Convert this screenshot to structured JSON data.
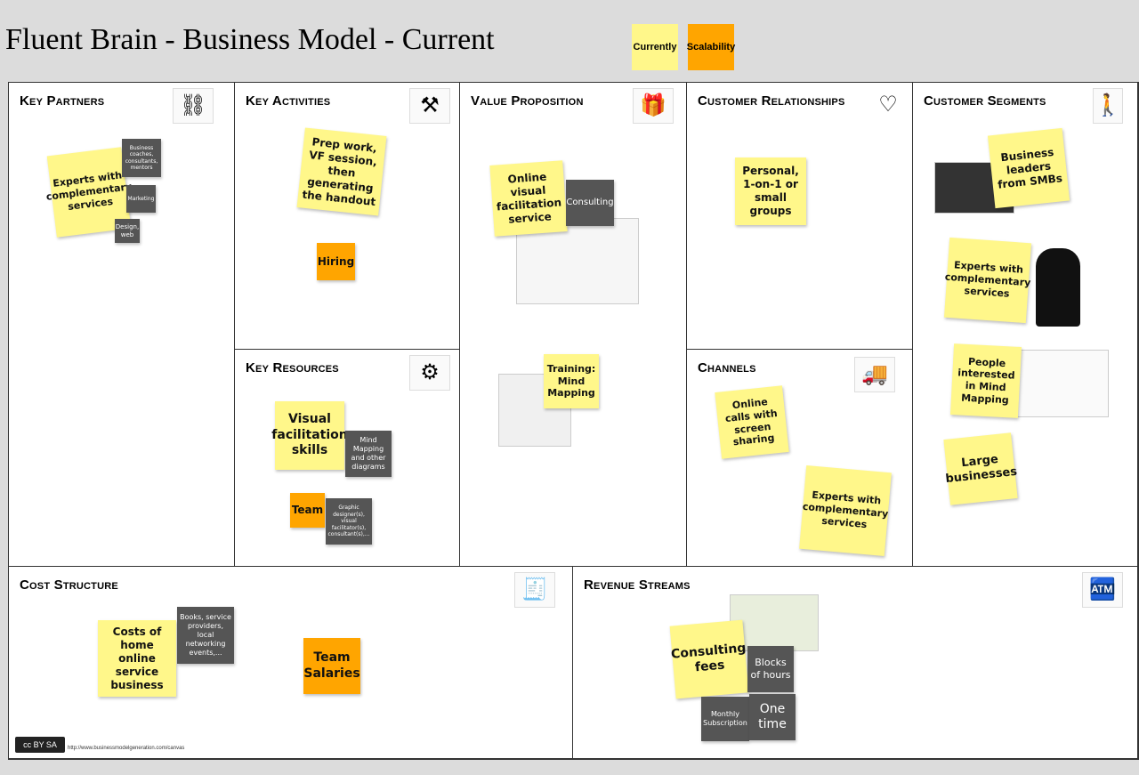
{
  "title": "Fluent Brain - Business Model - Current",
  "legend": {
    "currently": "Currently",
    "scalability": "Scalability"
  },
  "colors": {
    "currently": "#fff78a",
    "scalability": "#ffa500",
    "detail": "#555555"
  },
  "blocks": {
    "key_partners": "Key Partners",
    "key_activities": "Key Activities",
    "key_resources": "Key Resources",
    "value_proposition": "Value Proposition",
    "customer_relationships": "Customer Relationships",
    "channels": "Channels",
    "customer_segments": "Customer Segments",
    "cost_structure": "Cost Structure",
    "revenue_streams": "Revenue Streams"
  },
  "notes": {
    "kp_main": "Experts with complementary services",
    "kp_d1": "Business coaches, consultants, mentors",
    "kp_d2": "Marketing",
    "kp_d3": "Design, web",
    "ka_main": "Prep work, VF session, then generating the handout",
    "ka_hiring": "Hiring",
    "kr_main": "Visual facilitation skills",
    "kr_d1": "Mind Mapping and other diagrams",
    "kr_team": "Team",
    "kr_d2": "Graphic designer(s), visual facilitator(s), consultant(s),...",
    "vp_main": "Online visual facilitation service",
    "vp_consulting": "Consulting",
    "vp_training": "Training: Mind Mapping",
    "cr_main": "Personal, 1-on-1 or small groups",
    "ch_1": "Online calls with screen sharing",
    "ch_2": "Experts with complementary services",
    "cs_1": "Business leaders from SMBs",
    "cs_2": "Experts with complementary services",
    "cs_3": "People interested in Mind Mapping",
    "cs_4": "Large businesses",
    "cost_1": "Costs of home online service business",
    "cost_d1": "Books, service providers, local networking events,...",
    "cost_team": "Team Salaries",
    "rev_main": "Consulting fees",
    "rev_blocks": "Blocks of hours",
    "rev_monthly": "Monthly Subscription",
    "rev_one": "One time"
  },
  "footer": {
    "license": "cc BY SA",
    "url": "http://www.businessmodelgeneration.com/canvas"
  }
}
